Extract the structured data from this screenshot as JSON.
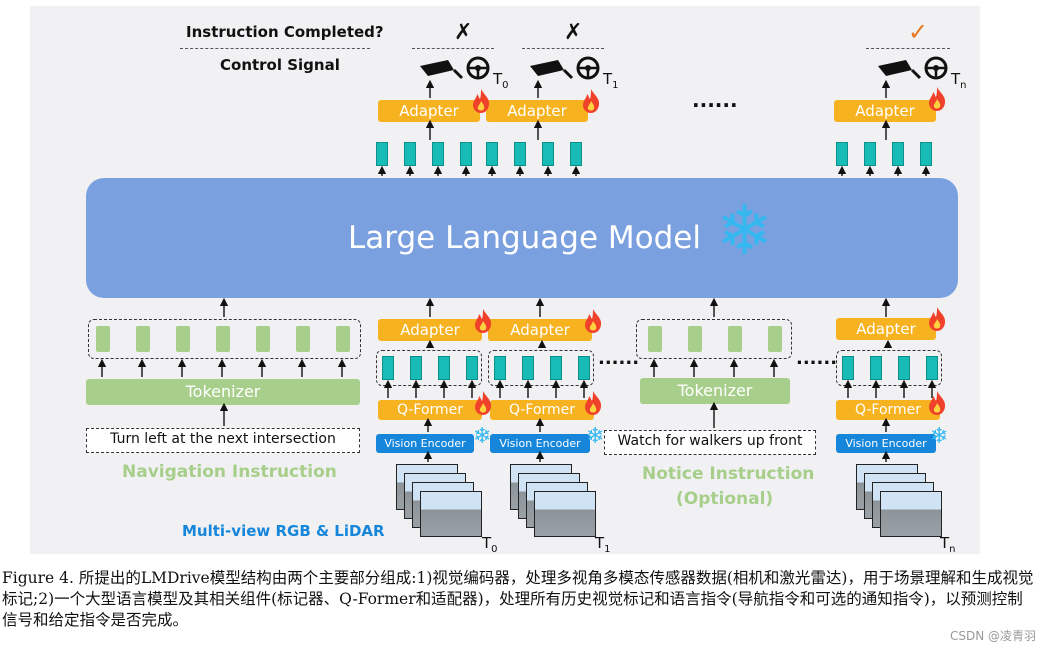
{
  "figure": {
    "header_instruction": "Instruction Completed?",
    "header_control": "Control Signal",
    "status_marks": [
      "✗",
      "✗",
      "✓"
    ],
    "time_labels": [
      "T",
      "T",
      "T"
    ],
    "time_subs": [
      "0",
      "1",
      "n"
    ],
    "ellipsis": "......",
    "llm_label": "Large Language Model",
    "adapter_label": "Adapter",
    "qformer_label": "Q-Former",
    "vision_encoder_label": "Vision Encoder",
    "tokenizer_label": "Tokenizer",
    "nav_text": "Turn left at the next intersection",
    "notice_text": "Watch for walkers up front",
    "nav_title": "Navigation Instruction",
    "notice_title_1": "Notice Instruction",
    "notice_title_2": "(Optional)",
    "sensor_title": "Multi-view RGB & LiDAR",
    "colors": {
      "adapter": "#f7b21f",
      "llm": "#7aa0e0",
      "visual_token": "#17bcb6",
      "text_token": "#a7cf8b",
      "vision_encoder": "#1686db",
      "check": "#e87722"
    }
  },
  "caption": "Figure 4. 所提出的LMDrive模型结构由两个主要部分组成:1)视觉编码器，处理多视角多模态传感器数据(相机和激光雷达)，用于场景理解和生成视觉标记;2)一个大型语言模型及其相关组件(标记器、Q-Former和适配器)，处理所有历史视觉标记和语言指令(导航指令和可选的通知指令)，以预测控制信号和给定指令是否完成。",
  "watermark": "CSDN @凌青羽"
}
